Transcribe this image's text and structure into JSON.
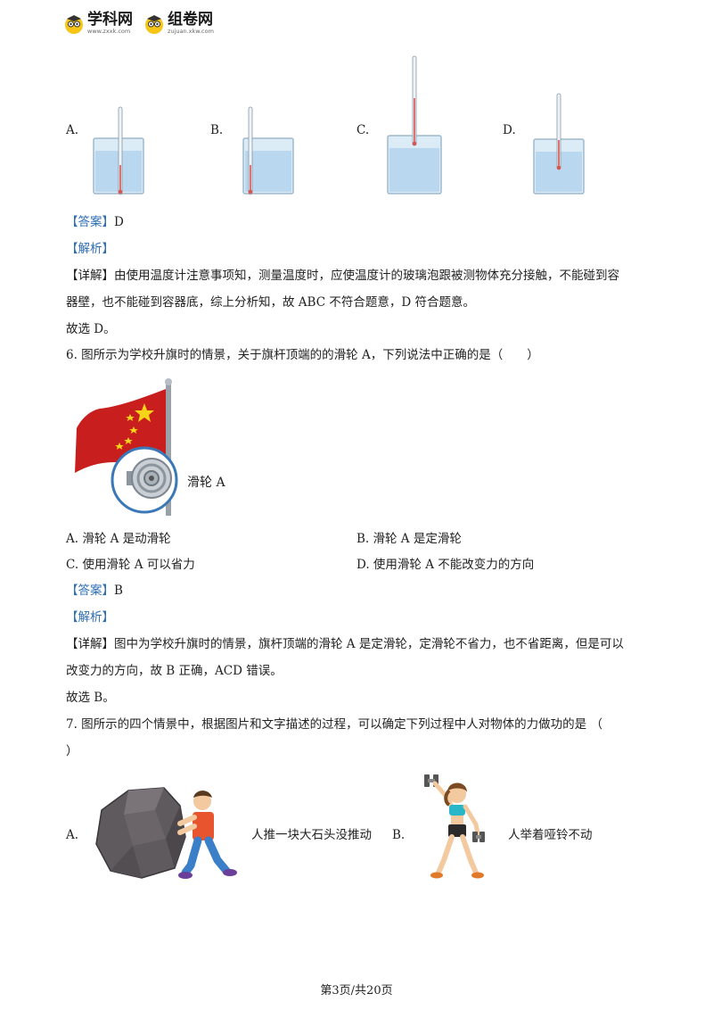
{
  "header": {
    "logo1": {
      "name": "学科网",
      "url": "www.zxxk.com"
    },
    "logo2": {
      "name": "组卷网",
      "url": "zujuan.xkw.com"
    }
  },
  "q5": {
    "options": [
      "A.",
      "B.",
      "C.",
      "D."
    ],
    "answer_tag": "【答案】",
    "answer": "D",
    "analysis_tag": "【解析】",
    "detail_tag": "【详解】",
    "detail_line1": "由使用温度计注意事项知，测量温度时，应使温度计的玻璃泡跟被测物体充分接触，不能碰到容",
    "detail_line2": "器壁，也不能碰到容器底，综上分析知，故 ABC 不符合题意，D 符合题意。",
    "conclusion": "故选 D。"
  },
  "q6": {
    "stem": "6. 图所示为学校升旗时的情景，关于旗杆顶端的的滑轮 A，下列说法中正确的是（　　）",
    "figure_label": "滑轮 A",
    "options": [
      "A.  滑轮 A 是动滑轮",
      "B.  滑轮 A 是定滑轮",
      "C.  使用滑轮 A 可以省力",
      "D.  使用滑轮 A 不能改变力的方向"
    ],
    "answer_tag": "【答案】",
    "answer": "B",
    "analysis_tag": "【解析】",
    "detail_tag": "【详解】",
    "detail_line1": "图中为学校升旗时的情景，旗杆顶端的滑轮 A 是定滑轮，定滑轮不省力，也不省距离，但是可以",
    "detail_line2": "改变力的方向，故 B 正确，ACD 错误。",
    "conclusion": "故选 B。"
  },
  "q7": {
    "stem_line1": "7. 图所示的四个情景中，根据图片和文字描述的过程，可以确定下列过程中人对物体的力做功的是 （",
    "stem_line2": "）",
    "optA_letter": "A.",
    "optA_caption": "人推一块大石头没推动",
    "optB_letter": "B.",
    "optB_caption": "人举着哑铃不动"
  },
  "footer": {
    "page": "第3页/共20页"
  }
}
